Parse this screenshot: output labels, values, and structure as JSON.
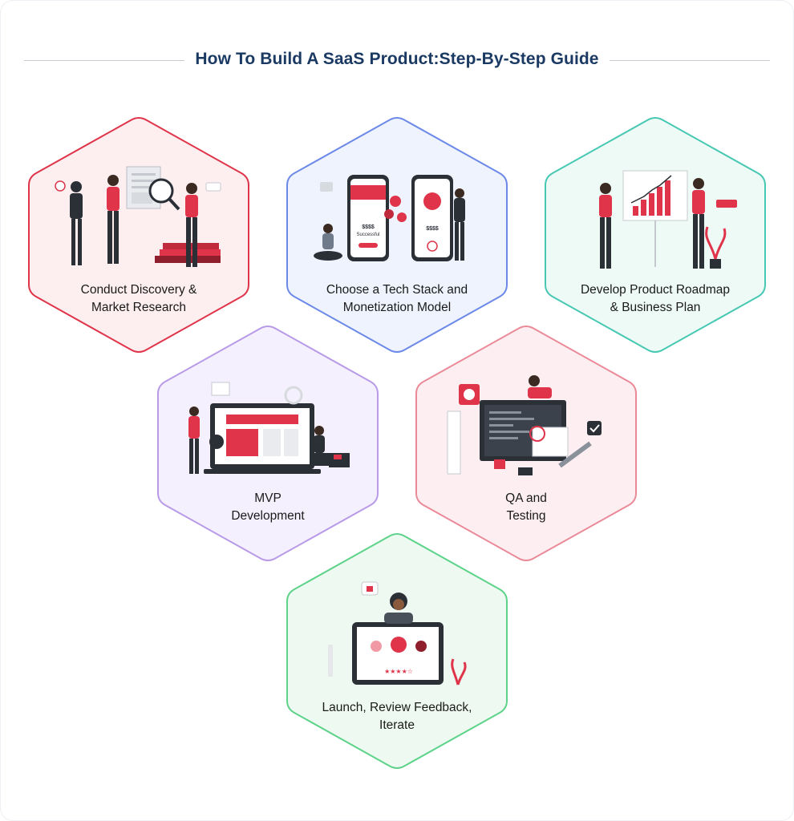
{
  "title": "How To Build A SaaS Product:Step-By-Step Guide",
  "steps": [
    {
      "line1": "Conduct Discovery &",
      "line2": "Market Research",
      "border": "#e0344a",
      "fill": "#fdeef0",
      "illustration": "discovery-research-illustration"
    },
    {
      "line1": "Choose a Tech Stack and",
      "line2": "Monetization Model",
      "border": "#6c89e8",
      "fill": "#eef3fe",
      "illustration": "tech-stack-phones-illustration"
    },
    {
      "line1": "Develop Product Roadmap",
      "line2": "& Business Plan",
      "border": "#46c8b3",
      "fill": "#eefaf6",
      "illustration": "roadmap-chart-illustration"
    },
    {
      "line1": "MVP",
      "line2": "Development",
      "border": "#b89ae8",
      "fill": "#f5f0fd",
      "illustration": "mvp-laptop-illustration"
    },
    {
      "line1": "QA and",
      "line2": "Testing",
      "border": "#ea8a98",
      "fill": "#fdeff1",
      "illustration": "qa-testing-illustration"
    },
    {
      "line1": "Launch, Review Feedback,",
      "line2": "Iterate",
      "border": "#5dd38a",
      "fill": "#eefaf1",
      "illustration": "feedback-rating-illustration"
    }
  ],
  "illustration_text": {
    "price": "$$$$",
    "success": "Successful"
  },
  "colors": {
    "title": "#1b3a63",
    "accent_red": "#e0344a",
    "dark_figure": "#2b2f36"
  }
}
